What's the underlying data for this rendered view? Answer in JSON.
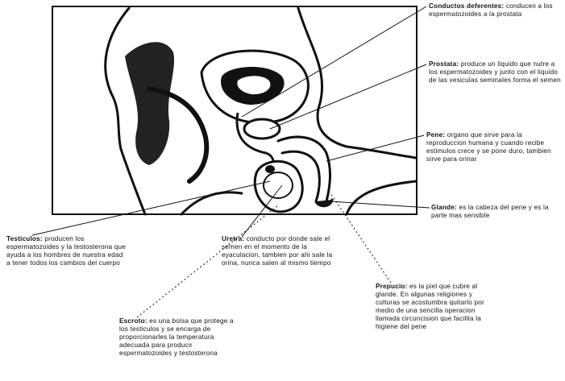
{
  "labels": {
    "conductos": {
      "term": "Conductos deferentes:",
      "text": " conducen a los espermatozoides a la prostata"
    },
    "prostata": {
      "term": "Prostata:",
      "text": " produce un liquido que nutre a los espermatozoides y junto con el liquido de las vesiculas seminales forma el semen"
    },
    "pene": {
      "term": "Pene:",
      "text": " organo que sirve para la reproduccion humana y cuando recibe estimulos crece y se pone duro, tambien sirve para orinar"
    },
    "glande": {
      "term": "Glande:",
      "text": " es la cabeza del pene y es la parte mas sensible"
    },
    "testiculos": {
      "term": "Testiculos:",
      "text": " producen los espermatozoides y la testosterona que ayuda a los hombres de nuestra edad a tener todos los cambios del cuerpo"
    },
    "uretra": {
      "term": "Uretra:",
      "text": " conducto por donde sale el semen en el momento de la eyaculacion, tambien por ahi sale la orina, nunca salen al mismo tiempo"
    },
    "escroto": {
      "term": "Escroto:",
      "text": " es una bolsa que protege a los testiculos y se encarga de proporcionarles la temperatura adecuada para producir espermatozoides y testosterona"
    },
    "prepucio": {
      "term": "Prepucio:",
      "text": " es la piel que cubre al glande. En algunas religiones y culturas se acostumbra quitarlo por medio de una sencilla operacion llamada circuncision que facilita la higiene del pene"
    }
  }
}
